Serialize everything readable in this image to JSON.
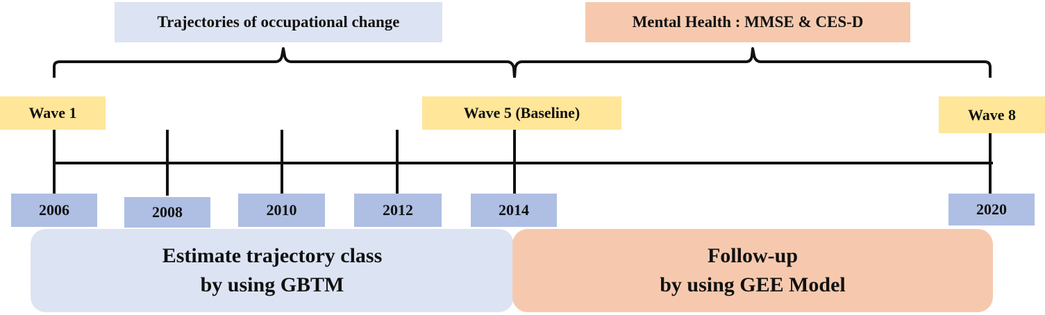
{
  "colors": {
    "light_blue": "#dce3f2",
    "peach": "#f6c9ae",
    "yellow": "#ffe699",
    "year_blue": "#aebfe3",
    "line": "#111111"
  },
  "top_labels": {
    "left": "Trajectories of occupational change",
    "right": "Mental Health : MMSE & CES-D"
  },
  "waves": {
    "w1": "Wave 1",
    "w5": "Wave 5 (Baseline)",
    "w8": "Wave 8"
  },
  "years": [
    "2006",
    "2008",
    "2010",
    "2012",
    "2014",
    "2020"
  ],
  "bottom": {
    "left_line1": "Estimate trajectory class",
    "left_line2": "by using GBTM",
    "right_line1": "Follow-up",
    "right_line2": "by using GEE Model"
  }
}
